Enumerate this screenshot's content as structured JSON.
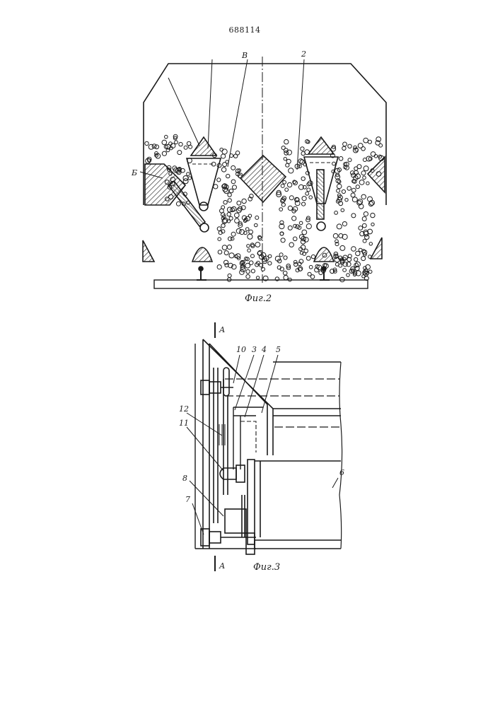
{
  "document": {
    "patent_number": "688114"
  },
  "figure2": {
    "caption": "Фиг.2",
    "labels": {
      "label_b_top": "В",
      "label_2": "2",
      "label_b_left": "Б"
    }
  },
  "figure3": {
    "caption": "Фиг.3",
    "section_top": "А",
    "section_bottom": "А",
    "labels": {
      "l10": "10",
      "l3": "3",
      "l4": "4",
      "l5": "5",
      "l12": "12",
      "l11": "11",
      "l8": "8",
      "l7": "7",
      "l6": "6"
    }
  }
}
